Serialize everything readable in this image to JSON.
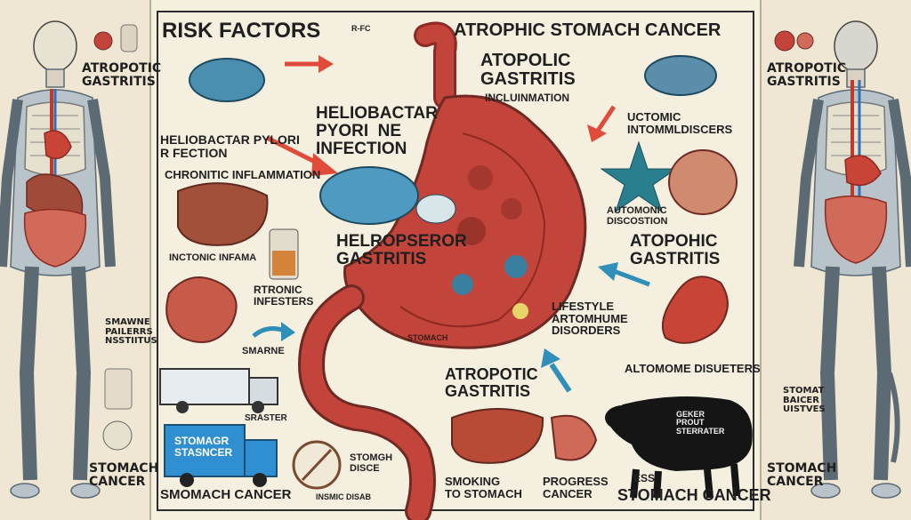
{
  "colors": {
    "paper": "#f3ecdb",
    "stomach_red": "#c2443a",
    "stomach_dark": "#8e2a22",
    "accent_blue": "#2f8fb8",
    "accent_red_arrow": "#e04b3a",
    "ink": "#1f1f1f",
    "teal": "#2a7f8e"
  },
  "left": {
    "atrophic_gastritis": "ATROPOTIC\nGASTRITIS",
    "smaller": "SMAWNE\nPAILERRS\nNSSTIITUS",
    "stomach_cancer": "STOMACH\nCANCER"
  },
  "right": {
    "atrophic_gastritis": "ATROPOTIC\nGASTRITIS",
    "stomach_cancer": "STOMACH\nCANCER",
    "side": "STOMAT\nBAICER\nUISTVES"
  },
  "center": {
    "risk_factors": "RISK FACTORS",
    "small_tag": "R-FC",
    "main_title": "ATROPHIC STOMACH CANCER",
    "atopic_gastritis": "ATOPOLIC\nGASTRITIS",
    "inflammation": "INCLUINMATION",
    "helicobacter_center": "HELIOBACTAR\nPYORI  NE\nINFECTION",
    "helicobacter_left": "HELIOBACTAR PYLORI\nR FECTION",
    "chronic_inflammation": "CHRONITIC INFLAMMATION",
    "intestinal_disorders": "UCTOMIC\nINTOMMLDISCERS",
    "autoimmune_discussion": "AUTOMONIC\nDISCOSTION",
    "helro_gastritis": "HELROPSEROR\nGASTRITIS",
    "atopic_gastritis_right": "ATOPOHIC\nGASTRITIS",
    "inchronic": "INCTONIC INFAMA",
    "rtronic": "RTRONIC\nINFESTERS",
    "lifestyle": "LIFESTYLE\nARTOMHUME\nDISORDERS",
    "smarne": "SMARNE",
    "altomome": "ALTOMOME DISUETERS",
    "atropotic_gastritis": "ATROPOTIC\nGASTRITIS",
    "stomach_label": "STOMACH",
    "srasster": "SRASTER",
    "stomach_disc": "STOMGH\nDISCE",
    "stomach_disc_sub": "INSMIC DISAB",
    "stomagr_box": "STOMAGR\nSTASNCER",
    "smoking": "SMOKING\nTO STOMACH",
    "progress": "PROGRESS\nCANCER",
    "ess": "ESS",
    "stomach_cancer_bottom_right": "STOMACH CANCER",
    "smomach_cancer": "SMOMACH CANCER",
    "cow_text": "GEKER\nPROUT\nSTERRATER"
  }
}
